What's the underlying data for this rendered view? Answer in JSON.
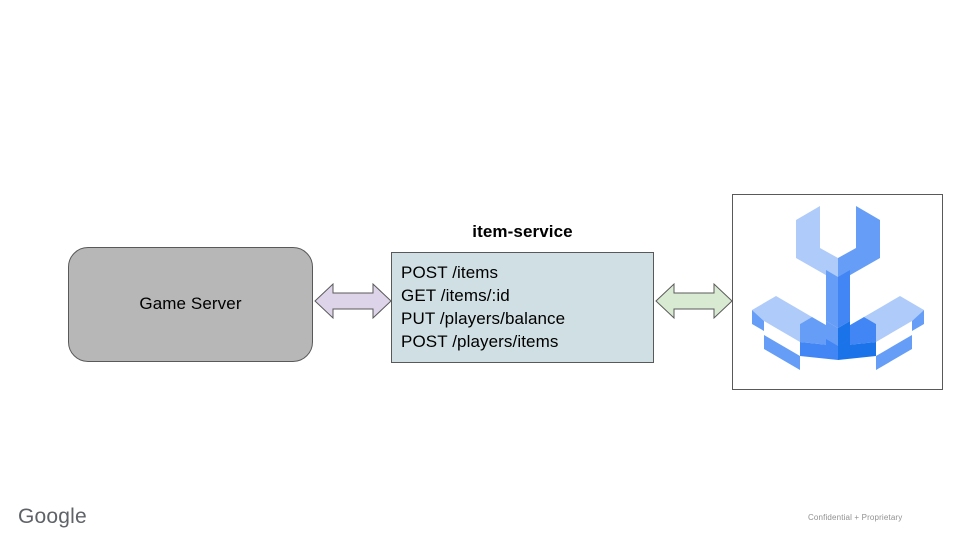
{
  "diagram": {
    "nodes": {
      "game_server": {
        "label": "Game Server",
        "fill": "#b7b7b7",
        "stroke": "#595959"
      },
      "item_service": {
        "title": "item-service",
        "fill": "#d0dfe3",
        "stroke": "#595959",
        "endpoints": [
          "POST /items",
          "GET /items/:id",
          "PUT /players/balance",
          "POST /players/items"
        ]
      },
      "tool_image": {
        "icon": "isometric-wrench-icon",
        "stroke": "#595959",
        "colors": {
          "light": "#aecbfa",
          "medium": "#669df6",
          "dark": "#4285f4",
          "deep": "#1a73e8"
        }
      }
    },
    "connectors": [
      {
        "name": "game-server-to-item-service",
        "style": "double-headed-arrow",
        "fill": "#ddd4ea",
        "stroke": "#595959"
      },
      {
        "name": "item-service-to-tool-image",
        "style": "double-headed-arrow",
        "fill": "#d9ead3",
        "stroke": "#595959"
      }
    ]
  },
  "footer": {
    "logo_text": "Google",
    "confidentiality": "Confidential + Proprietary"
  }
}
